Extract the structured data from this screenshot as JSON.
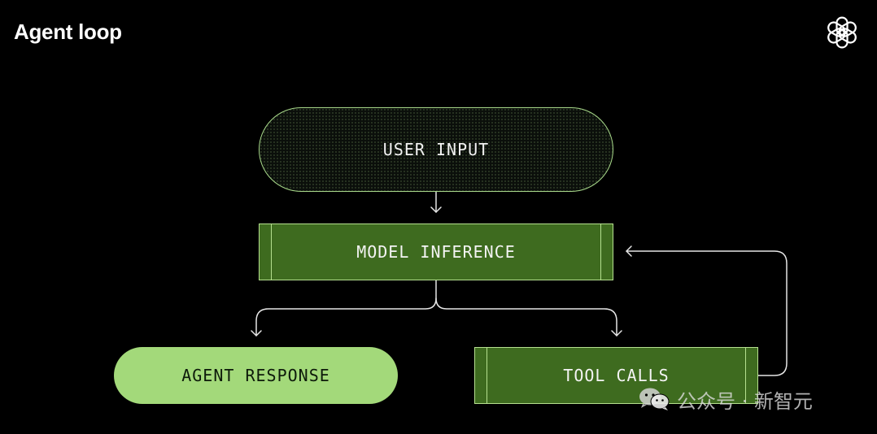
{
  "title": "Agent loop",
  "nodes": {
    "user_input": "USER INPUT",
    "model_inference": "MODEL INFERENCE",
    "agent_response": "AGENT RESPONSE",
    "tool_calls": "TOOL CALLS"
  },
  "edges": [
    {
      "from": "USER INPUT",
      "to": "MODEL INFERENCE"
    },
    {
      "from": "MODEL INFERENCE",
      "to": "AGENT RESPONSE"
    },
    {
      "from": "MODEL INFERENCE",
      "to": "TOOL CALLS"
    },
    {
      "from": "TOOL CALLS",
      "to": "MODEL INFERENCE"
    }
  ],
  "watermark": {
    "text": "公众号 · 新智元"
  },
  "icons": {
    "logo": "openai-logo-icon",
    "watermark": "wechat-icon"
  },
  "colors": {
    "background": "#000000",
    "bar_green": "#3e6b1f",
    "light_green": "#a3d97a",
    "outline_green": "#b5e08f"
  }
}
